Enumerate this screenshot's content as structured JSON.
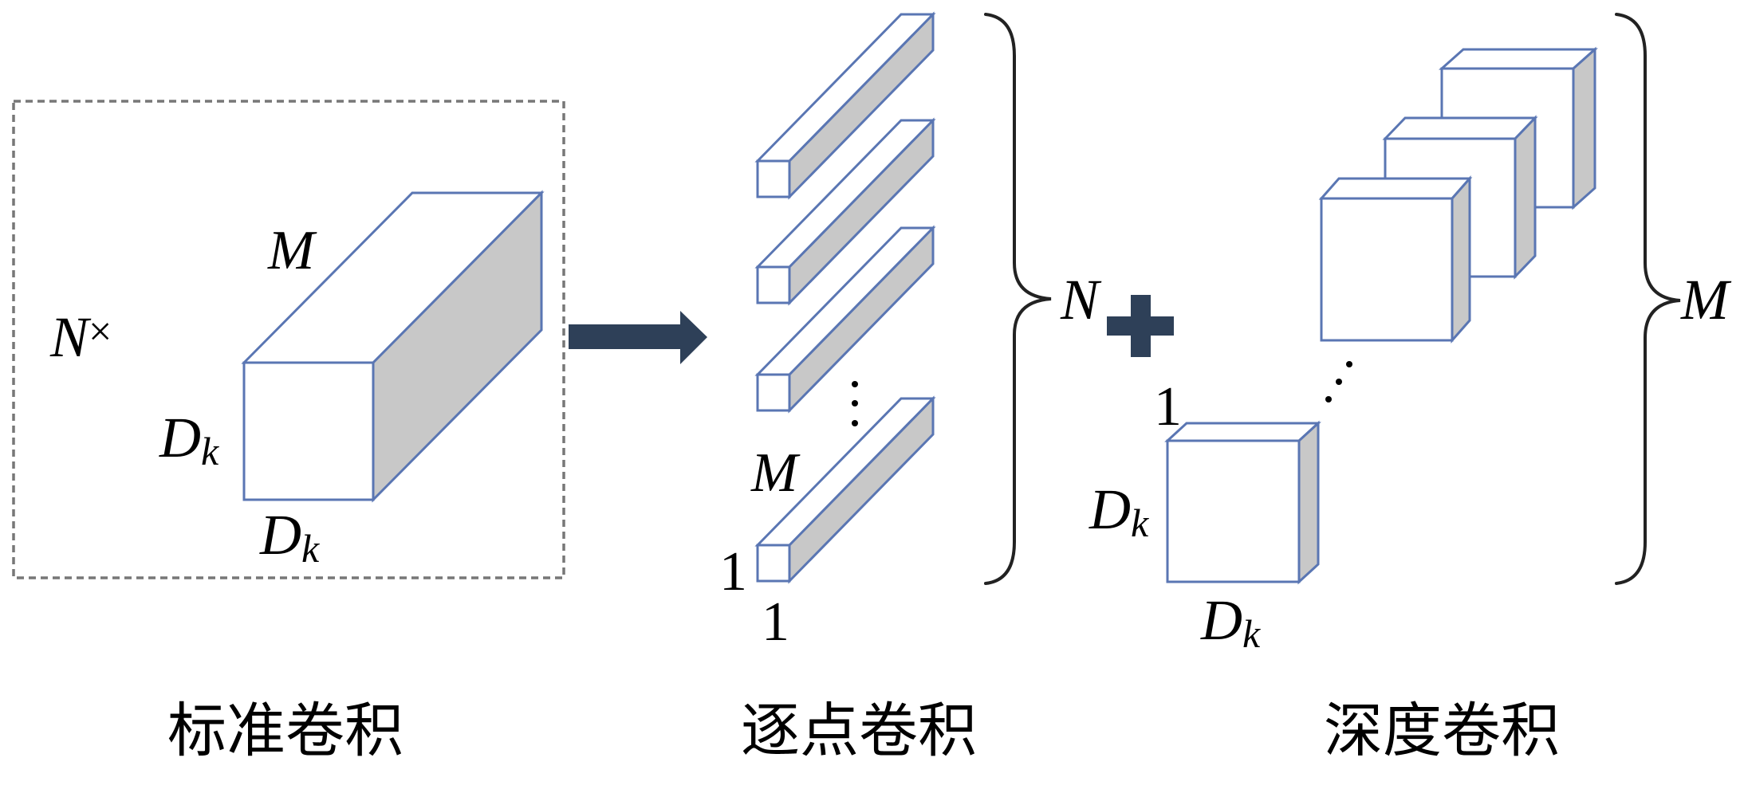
{
  "figure": {
    "description": "Standard convolution decomposed into pointwise and depthwise convolution",
    "colors": {
      "outline": "#5a76b3",
      "side_fill": "#c8c8c8",
      "arrow": "#2e4058",
      "plus": "#2e4058",
      "text": "#000000"
    }
  },
  "standard_conv": {
    "caption": "标准卷积",
    "multiplier_symbol": "N",
    "multiplier_times": "×",
    "depth_label": "M",
    "height_label": {
      "base": "D",
      "sub": "k"
    },
    "width_label": {
      "base": "D",
      "sub": "k"
    }
  },
  "arrow": {
    "icon": "right-arrow-icon"
  },
  "pointwise_conv": {
    "caption": "逐点卷积",
    "kernel_count_shown": 4,
    "ellipsis": "vertical-dots",
    "depth_label": "M",
    "height_label": "1",
    "width_label": "1",
    "brace_label": "N"
  },
  "plus": {
    "icon": "plus-icon"
  },
  "depthwise_conv": {
    "caption": "深度卷积",
    "kernel_count_shown": 4,
    "ellipsis": "diagonal-dots",
    "depth_label": "1",
    "height_label": {
      "base": "D",
      "sub": "k"
    },
    "width_label": {
      "base": "D",
      "sub": "k"
    },
    "brace_label": "M"
  }
}
